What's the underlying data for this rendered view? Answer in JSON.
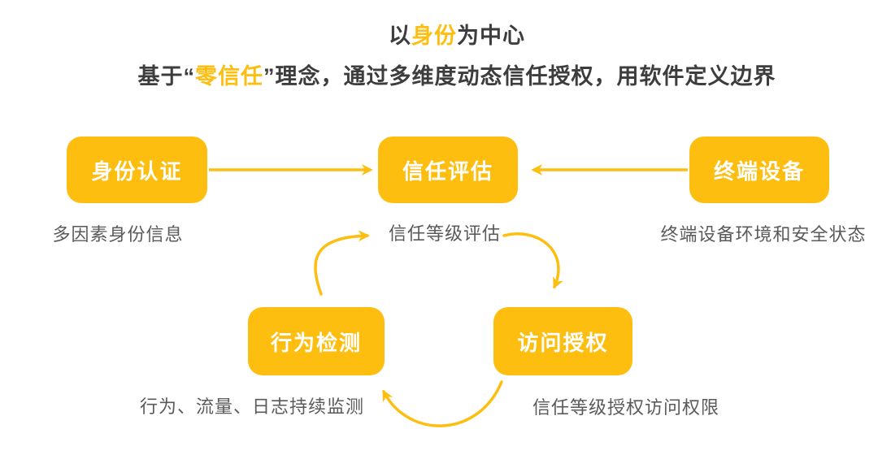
{
  "accent_color": "#fdbe10",
  "text_color": "#3d3d3d",
  "caption_color": "#5a5a5a",
  "header": {
    "title": {
      "prefix": "以",
      "highlight": "身份",
      "suffix": "为中心"
    },
    "subtitle": {
      "prefix": "基于“",
      "highlight": "零信任",
      "suffix": "”理念，通过多维度动态信任授权，用软件定义边界"
    }
  },
  "nodes": [
    {
      "id": "identity-auth",
      "label": "身份认证",
      "caption": "多因素身份信息"
    },
    {
      "id": "trust-eval",
      "label": "信任评估",
      "caption": "信任等级评估"
    },
    {
      "id": "terminal-device",
      "label": "终端设备",
      "caption": "终端设备环境和安全状态"
    },
    {
      "id": "behavior-detect",
      "label": "行为检测",
      "caption": "行为、流量、日志持续监测"
    },
    {
      "id": "access-auth",
      "label": "访问授权",
      "caption": "信任等级授权访问权限"
    }
  ],
  "connections": [
    {
      "from": "identity-auth",
      "to": "trust-eval",
      "style": "straight-arrow"
    },
    {
      "from": "terminal-device",
      "to": "trust-eval",
      "style": "straight-arrow"
    },
    {
      "from": "trust-eval",
      "to": "access-auth",
      "style": "curved-arrow"
    },
    {
      "from": "access-auth",
      "to": "behavior-detect",
      "style": "curved-arrow"
    },
    {
      "from": "behavior-detect",
      "to": "trust-eval",
      "style": "curved-arrow"
    }
  ]
}
